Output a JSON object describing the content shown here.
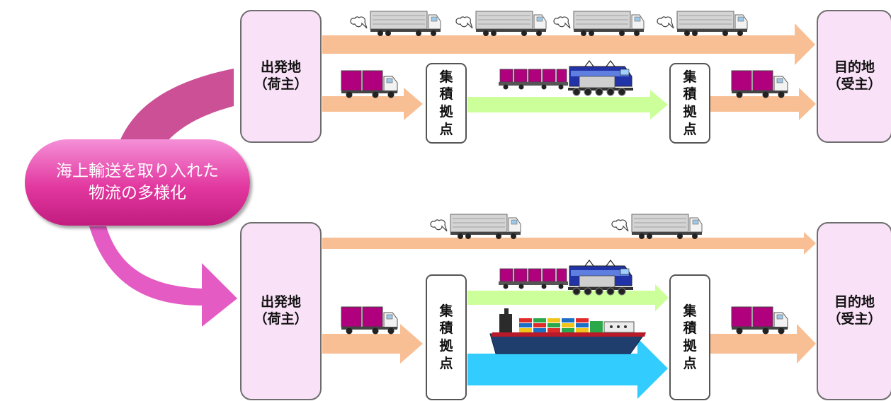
{
  "origin_label_1": "出発地",
  "origin_label_2": "（荷主）",
  "dest_label_1": "目的地",
  "dest_label_2": "（受主）",
  "hub_chars": [
    "集",
    "積",
    "拠",
    "点"
  ],
  "center_label_line1": "海上輸送を取り入れた",
  "center_label_line2": "物流の多様化",
  "colors": {
    "truck_arrow": "#f8bf95",
    "rail_arrow": "#ccff99",
    "sea_arrow": "#33ccff",
    "node_fill": "#f9e1f7",
    "pill_fill": "#e2389f",
    "cargo": "#b0007d"
  },
  "icons": [
    "truck-icon",
    "cargo-truck-icon",
    "freight-train-icon",
    "container-ship-icon"
  ]
}
